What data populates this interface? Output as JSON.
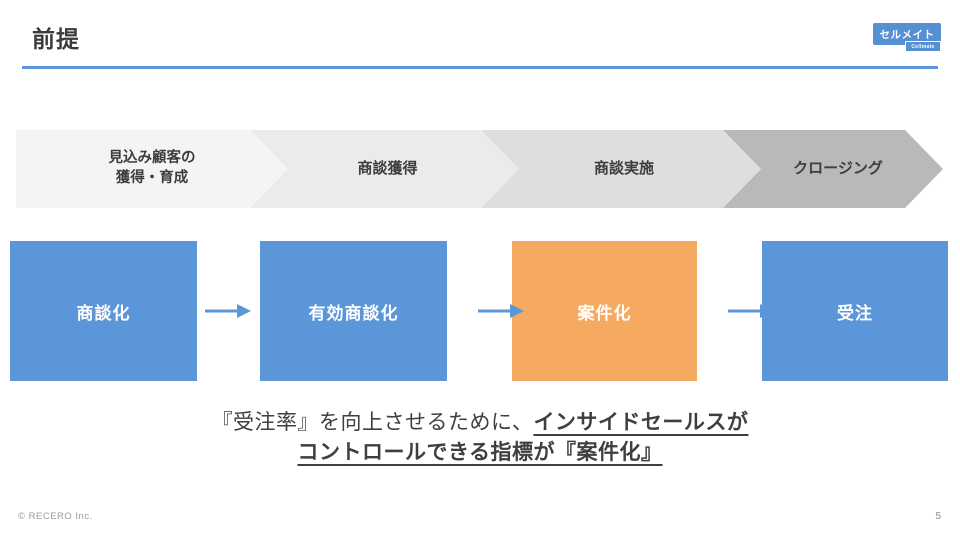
{
  "header": {
    "title": "前提",
    "logo": {
      "main": "セルメイト",
      "sub": "Cellmate"
    }
  },
  "process": {
    "stages": [
      {
        "label": "見込み顧客の\n獲得・育成",
        "color": "#f4f4f4"
      },
      {
        "label": "商談獲得",
        "color": "#ebebeb"
      },
      {
        "label": "商談実施",
        "color": "#dedede"
      },
      {
        "label": "クロージング",
        "color": "#b9b9b9"
      }
    ]
  },
  "funnel": {
    "boxes": [
      {
        "label": "商談化",
        "color": "#5b96d8"
      },
      {
        "label": "有効商談化",
        "color": "#5b96d8"
      },
      {
        "label": "案件化",
        "color": "#f5a961"
      },
      {
        "label": "受注",
        "color": "#5b96d8"
      }
    ],
    "arrow_color": "#5b96d8"
  },
  "message": {
    "prefix": "『受注率』を向上させるために、",
    "emphasis_line1": "インサイドセールスが",
    "emphasis_line2": "コントロールできる指標が『案件化』"
  },
  "footer": {
    "copyright": "© RECERO Inc.",
    "page_number": "5"
  },
  "colors": {
    "title_rule": "#5b96d8",
    "logo_blue": "#5590d3"
  }
}
